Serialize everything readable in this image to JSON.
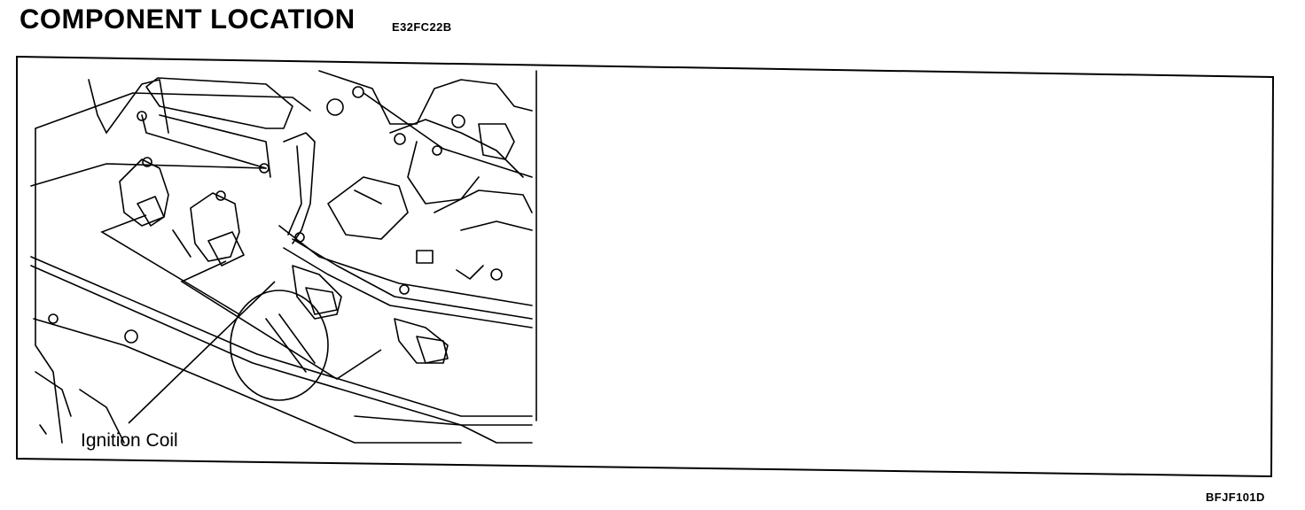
{
  "header": {
    "title": "COMPONENT LOCATION",
    "doc_code": "E32FC22B"
  },
  "figure": {
    "callout_label": "Ignition Coil",
    "figure_code": "BFJF101D"
  }
}
